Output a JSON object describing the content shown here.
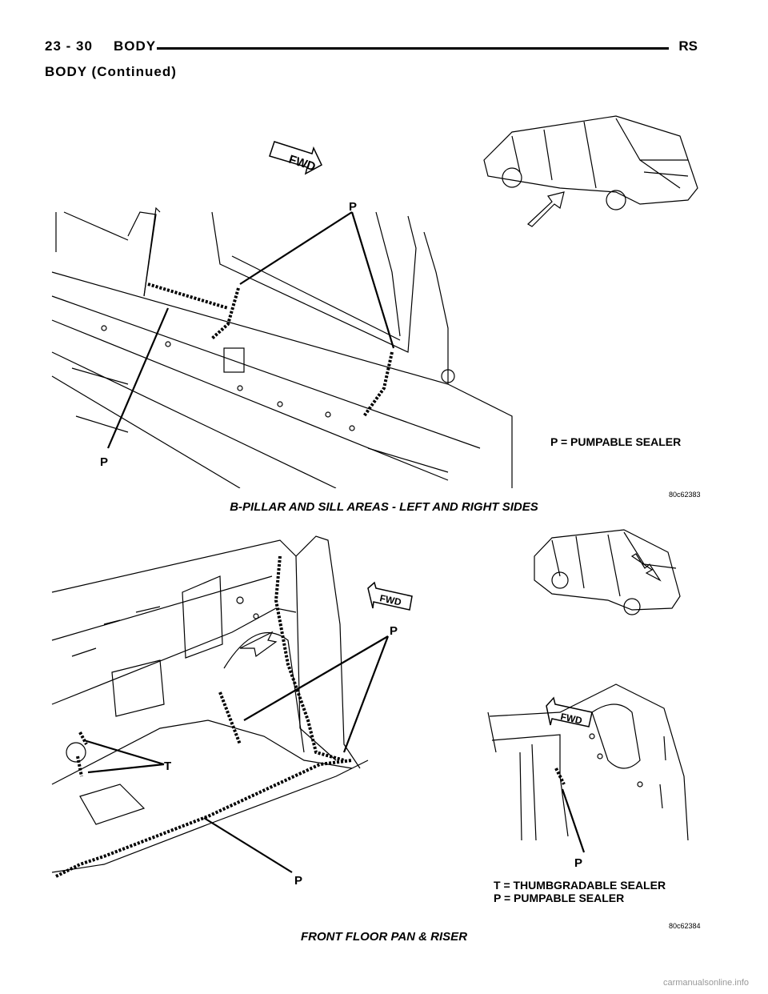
{
  "header": {
    "page_number": "23 - 30",
    "section": "BODY",
    "model": "RS"
  },
  "subheading": "BODY (Continued)",
  "figure1": {
    "fwd_label": "FWD",
    "callout_p": "P",
    "legend": "P = PUMPABLE SEALER",
    "fig_number": "80c62383",
    "caption": "B-PILLAR AND SILL AREAS - LEFT AND RIGHT SIDES"
  },
  "figure2": {
    "fwd_label": "FWD",
    "callout_p": "P",
    "callout_t": "T",
    "legend_t": "T = THUMBGRADABLE SEALER",
    "legend_p": "P = PUMPABLE SEALER",
    "fig_number": "80c62384",
    "caption": "FRONT FLOOR PAN & RISER"
  },
  "watermark": "carmanualsonline.info"
}
